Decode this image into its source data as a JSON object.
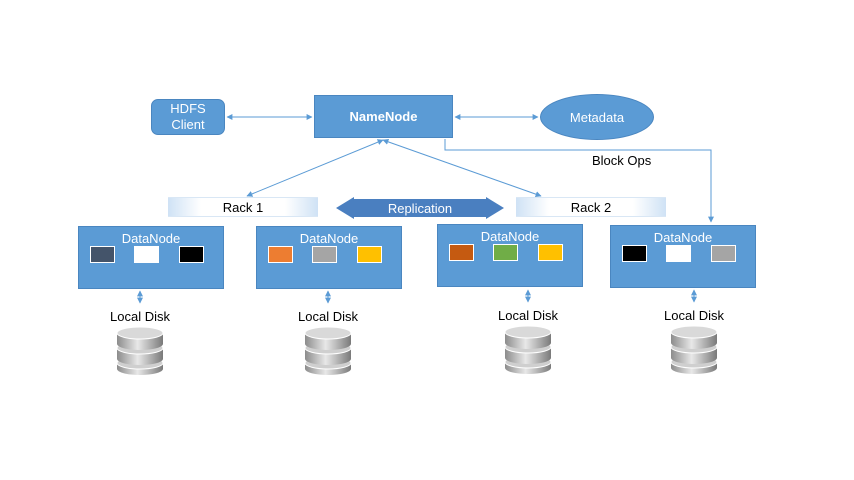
{
  "hdfs_client": {
    "label_line1": "HDFS",
    "label_line2": "Client"
  },
  "namenode": {
    "label": "NameNode"
  },
  "metadata": {
    "label": "Metadata"
  },
  "block_ops": {
    "label": "Block Ops"
  },
  "racks": [
    {
      "label": "Rack 1"
    },
    {
      "label": "Rack 2"
    }
  ],
  "replication": {
    "label": "Replication"
  },
  "colors": {
    "node_fill": "#5b9bd5",
    "arrow": "#5b9bd5",
    "replication": "#4a7fc0"
  },
  "datanodes": [
    {
      "label": "DataNode",
      "blocks": [
        "#44546a",
        "#ffffff",
        "#000000"
      ],
      "disk_label": "Local Disk"
    },
    {
      "label": "DataNode",
      "blocks": [
        "#ed7d31",
        "#a5a5a5",
        "#ffc000"
      ],
      "disk_label": "Local Disk"
    },
    {
      "label": "DataNode",
      "blocks": [
        "#c55a11",
        "#70ad47",
        "#ffc000"
      ],
      "disk_label": "Local Disk"
    },
    {
      "label": "DataNode",
      "blocks": [
        "#000000",
        "#ffffff",
        "#a5a5a5"
      ],
      "disk_label": "Local Disk"
    }
  ]
}
